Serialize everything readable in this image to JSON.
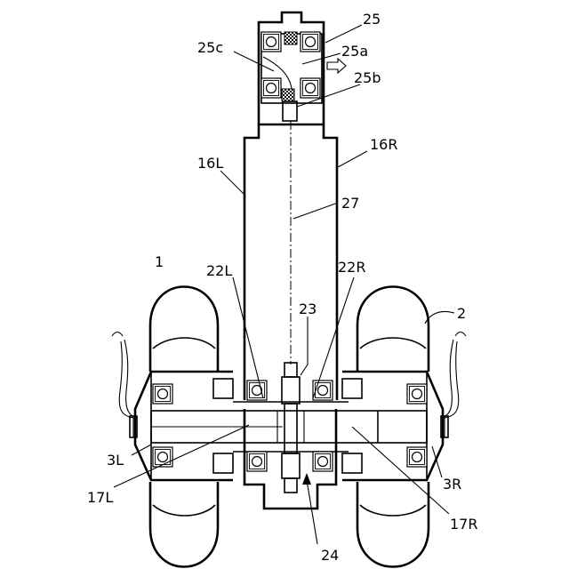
{
  "diagram": {
    "labels": {
      "l25": "25",
      "l25a": "25a",
      "l25b": "25b",
      "l25c": "25c",
      "l16L": "16L",
      "l16R": "16R",
      "l27": "27",
      "l1": "1",
      "l2": "2",
      "l22L": "22L",
      "l22R": "22R",
      "l23": "23",
      "l3L": "3L",
      "l3R": "3R",
      "l17L": "17L",
      "l17R": "17R",
      "l24": "24"
    }
  }
}
